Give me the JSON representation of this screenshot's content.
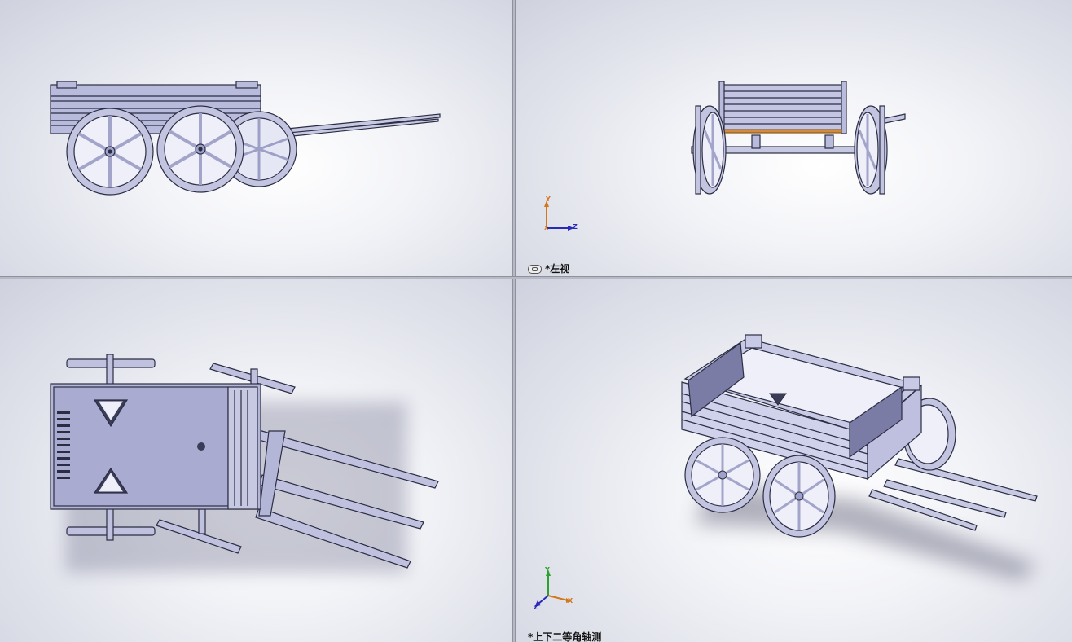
{
  "viewports": {
    "top_left": {
      "label": ""
    },
    "top_right": {
      "label": "*左视",
      "axes": {
        "y": "Y",
        "z": "Z",
        "x": "X"
      }
    },
    "bottom_left": {
      "label": ""
    },
    "bottom_right": {
      "label": "*上下二等角轴测",
      "axes": {
        "y": "Y",
        "z": "Z",
        "x": "X"
      }
    }
  },
  "colors": {
    "body": "#b9bbdc",
    "edge": "#2b2d44",
    "highlight": "#e8e9f7",
    "axis_y": "#d4761a",
    "axis_z": "#2a2ab8",
    "axis_x": "#d4761a"
  },
  "icons": [
    "link-icon"
  ]
}
